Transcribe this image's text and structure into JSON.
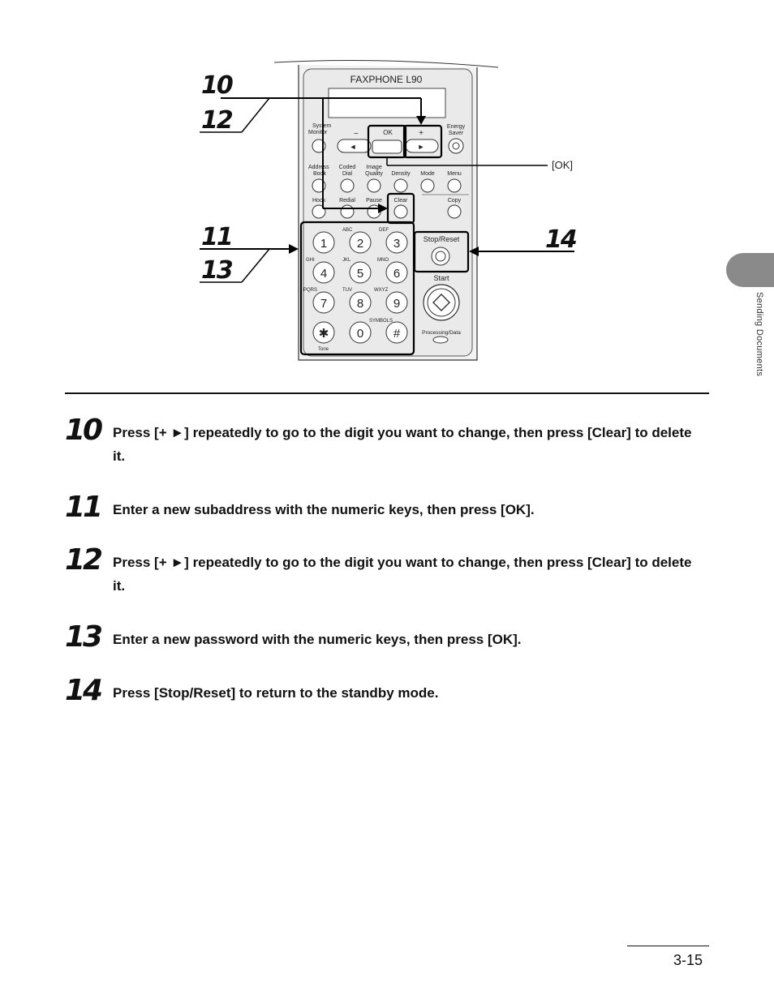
{
  "figure": {
    "panel_model": "FAXPHONE L90",
    "callouts": {
      "c10": "10",
      "c12": "12",
      "c11": "11",
      "c13": "13",
      "c14": "14"
    },
    "ok_reference": "[OK]",
    "labels": {
      "system_monitor": [
        "System",
        "Monitor"
      ],
      "minus": "−",
      "ok": "OK",
      "plus": "+",
      "energy_saver": [
        "Energy",
        "Saver"
      ],
      "address_book": [
        "Address",
        "Book"
      ],
      "coded_dial": [
        "Coded",
        "Dial"
      ],
      "image_quality": [
        "Image",
        "Quality"
      ],
      "density": "Density",
      "mode": "Mode",
      "menu": "Menu",
      "hook": "Hook",
      "redial": "Redial",
      "pause": "Pause",
      "clear": "Clear",
      "copy": "Copy",
      "stop_reset": "Stop/Reset",
      "start": "Start",
      "processing_data": "Processing/Data",
      "letters": [
        "ABC",
        "DEF",
        "GHI",
        "JKL",
        "MNO",
        "PQRS",
        "TUV",
        "WXYZ",
        "SYMBOLS",
        "Tone"
      ],
      "keys": [
        "1",
        "2",
        "3",
        "4",
        "5",
        "6",
        "7",
        "8",
        "9",
        "✱",
        "0",
        "#"
      ]
    }
  },
  "side_tab_text": "Sending Documents",
  "steps": [
    {
      "num": "10",
      "text": "Press [+ ►] repeatedly to go to the digit you want to change, then press [Clear] to delete it."
    },
    {
      "num": "11",
      "text": "Enter a new subaddress with the numeric keys, then press [OK]."
    },
    {
      "num": "12",
      "text": "Press [+ ►] repeatedly to go to the digit you want to change, then press [Clear] to delete it."
    },
    {
      "num": "13",
      "text": "Enter a new password with the numeric keys, then press [OK]."
    },
    {
      "num": "14",
      "text": "Press [Stop/Reset] to return to the standby mode."
    }
  ],
  "page_number": "3-15"
}
